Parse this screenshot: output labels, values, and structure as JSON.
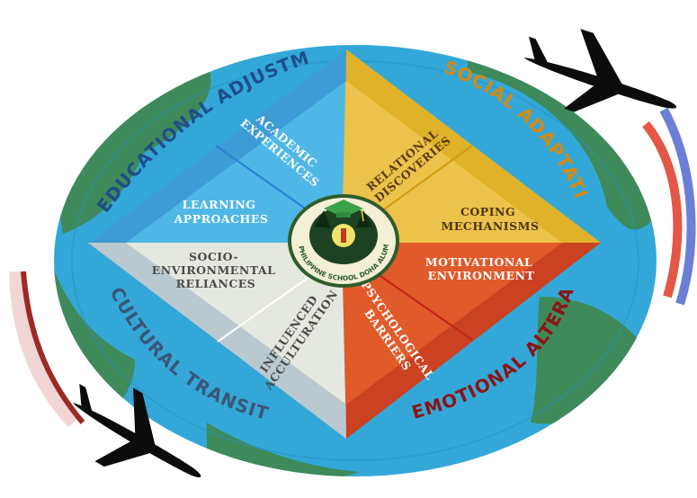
{
  "quadrants": {
    "educational": {
      "title": "EDUCATIONAL ADJUSTMENTS",
      "segments": {
        "academic": "ACADEMIC EXPERIENCES",
        "learning": "LEARNING APPROACHES"
      }
    },
    "social": {
      "title": "SOCIAL ADAPTATIONS",
      "segments": {
        "relational": "RELATIONAL DISCOVERIES",
        "coping": "COPING MECHANISMS"
      }
    },
    "emotional": {
      "title": "EMOTIONAL ALTERATIONS",
      "segments": {
        "motivational": "MOTIVATIONAL ENVIRONMENT",
        "psychological": "PSYCHOLOGICAL BARRIERS"
      }
    },
    "cultural": {
      "title": "CULTURAL TRANSITIONS",
      "segments": {
        "socio": "SOCIO- ENVIRONMENTAL RELIANCES",
        "influenced": "INFLUENCED ACCULTURATION"
      }
    }
  },
  "logo": {
    "ring_text": "PHILIPPINE SCHOOL DOHA ALUMNI"
  },
  "colors": {
    "ocean": "#33a8d8",
    "land": "#3e8a5a",
    "educational": "#4fb7e6",
    "social": "#ecc24a",
    "emotional": "#e05a2a",
    "cultural": "#e4e8df",
    "educational_title": "#1f4f8a",
    "social_title": "#d58a12",
    "emotional_title": "#8c1414",
    "cultural_title": "#3b5677",
    "plane": "#0c0c0c"
  },
  "icons": [
    "airplane-icon",
    "graduation-cap-icon",
    "school-seal-icon"
  ]
}
